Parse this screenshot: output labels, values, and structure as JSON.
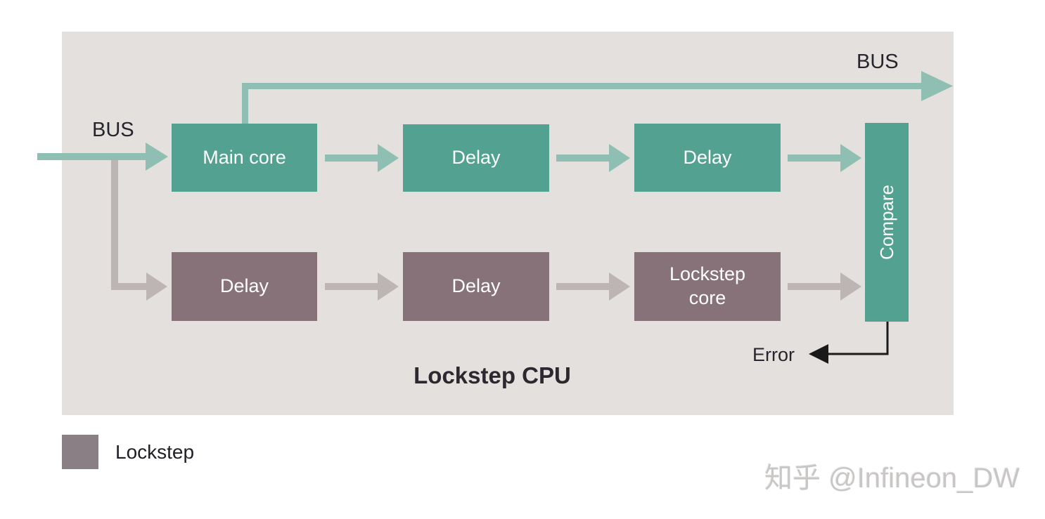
{
  "diagram": {
    "title": "Lockstep CPU",
    "bus_label_left": "BUS",
    "bus_label_top": "BUS",
    "error_label": "Error",
    "blocks": {
      "main_core": "Main core",
      "delay_top_1": "Delay",
      "delay_top_2": "Delay",
      "delay_bottom_1": "Delay",
      "delay_bottom_2": "Delay",
      "lockstep_core": "Lockstep core",
      "compare": "Compare"
    },
    "legend": {
      "label": "Lockstep",
      "swatch_color": "#8a7f84"
    },
    "colors": {
      "panel_background": "#e3e0de",
      "main_path_block": "#52a191",
      "main_path_arrow": "#8fbfb2",
      "lockstep_block": "#867278",
      "lockstep_arrow": "#bdb5b4",
      "error_line": "#1a1a1a",
      "label_text": "#26242c",
      "block_text": "#ffffff"
    }
  },
  "watermark": "知乎 @Infineon_DW"
}
